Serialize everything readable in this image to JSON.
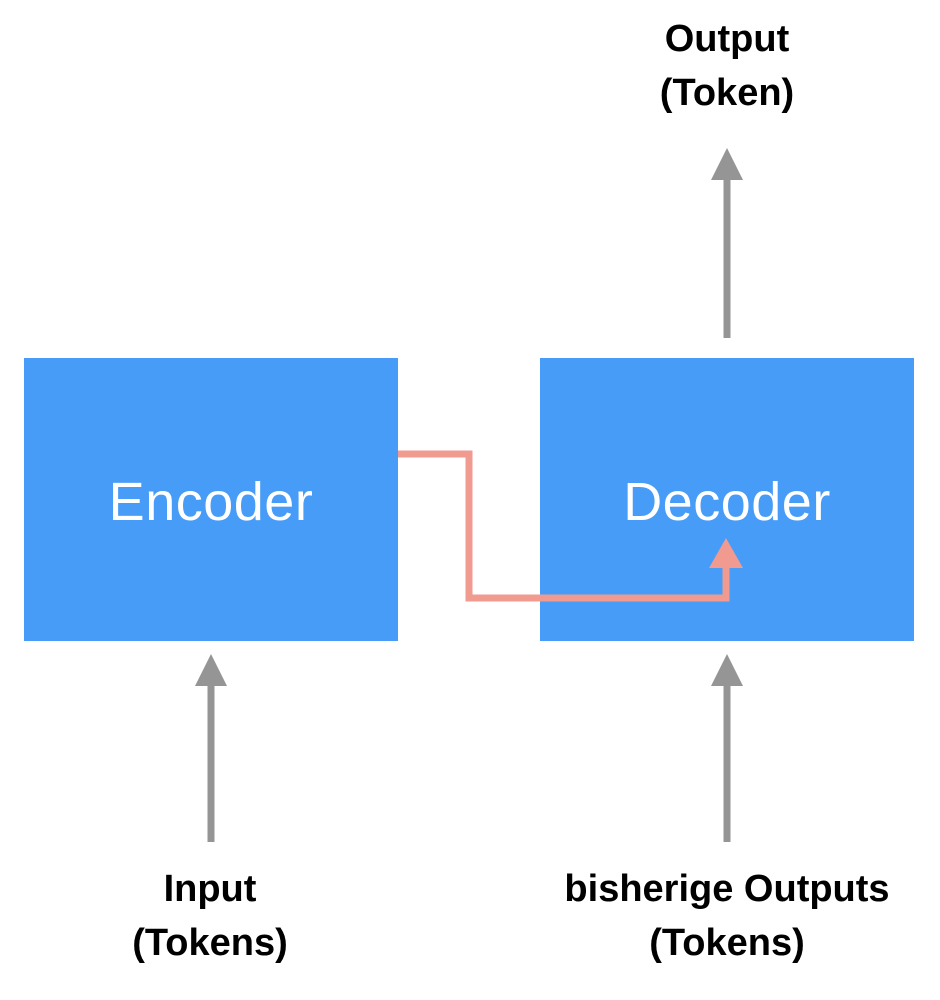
{
  "diagram": {
    "encoder": {
      "label": "Encoder"
    },
    "decoder": {
      "label": "Decoder"
    },
    "output": {
      "line1": "Output",
      "line2": "(Token)"
    },
    "input": {
      "line1": "Input",
      "line2": "(Tokens)"
    },
    "previous_outputs": {
      "line1": "bisherige Outputs",
      "line2": "(Tokens)"
    }
  },
  "colors": {
    "box_fill": "#479CF7",
    "box_text": "#FFFFFF",
    "arrow_gray": "#959595",
    "context_arrow": "#F19A90"
  }
}
